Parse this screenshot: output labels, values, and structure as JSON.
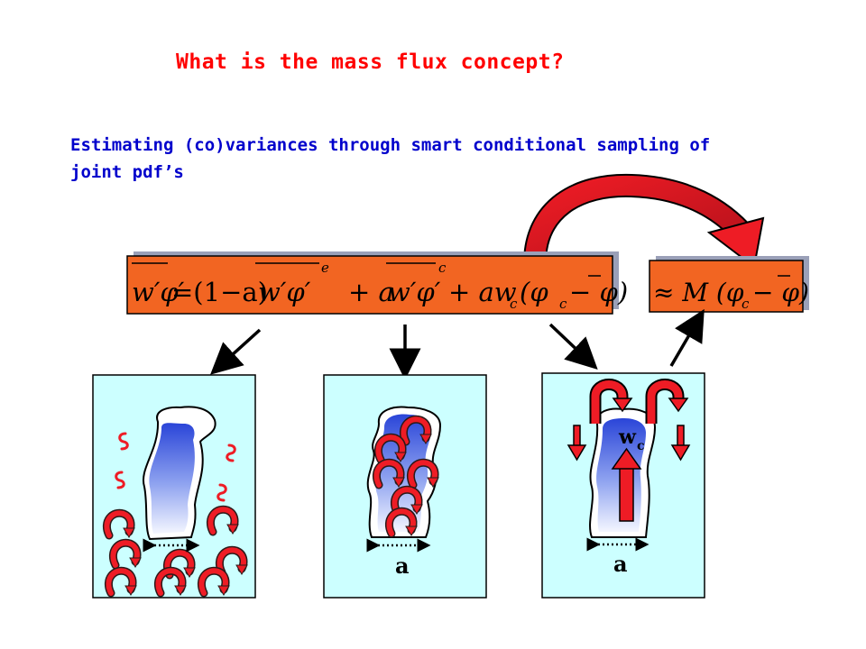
{
  "title": "What is the mass flux concept?",
  "subtitle": {
    "line1": "Estimating (co)variances through smart conditional sampling of",
    "line2": "joint pdf’s"
  },
  "equation": {
    "lhs": "w′φ′",
    "part1": "=(1−a)",
    "term_env": "w′φ′",
    "sup_env": "e",
    "plus1": "+ a",
    "term_core": "w′φ′",
    "sup_core": "c",
    "plus2": "+ aw",
    "sub_c1": "c",
    "paren1": "(φ",
    "sub_c2": "c",
    "minus_phibar": "− φ)"
  },
  "approx": {
    "text": "≈ M (φ",
    "sub": "c",
    "rest": "− φ)"
  },
  "panels": {
    "middle_label": "a",
    "right_label": "a",
    "right_velocity": "w",
    "right_velocity_sub": "c"
  },
  "colors": {
    "box_fill": "#f26522",
    "panel_fill": "#ccffff",
    "eddy_red": "#ee1c25",
    "plume_blue": "#3355dd"
  }
}
